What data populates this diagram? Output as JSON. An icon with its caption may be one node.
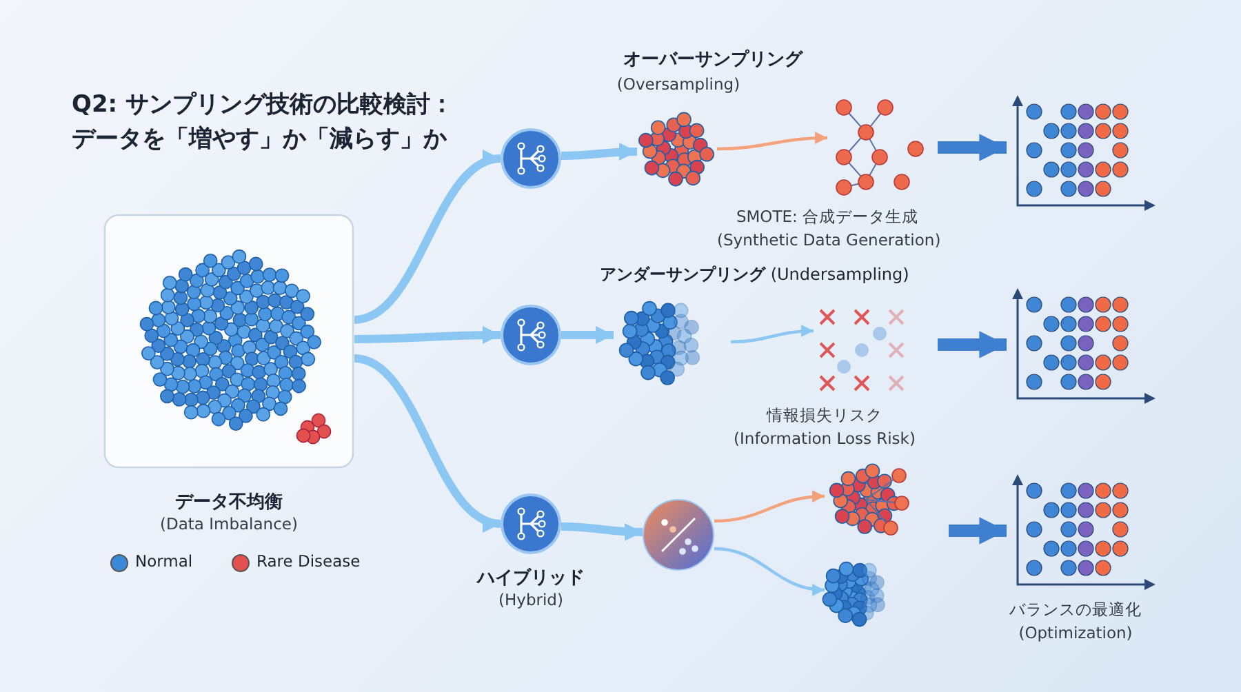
{
  "diagram": {
    "title": "Q2: サンプリング技術の比較検討：データを「増やす」か「減らす」か",
    "nodes": [
      {
        "text": [
          "データ不均衡",
          "(Data Imbalance)"
        ]
      },
      {
        "text": [],
        "shape": "circle"
      },
      {
        "text": [],
        "shape": "circle"
      },
      {
        "text": [
          "ハイブリッド",
          "(Hybrid)"
        ]
      },
      {
        "text": [
          "オーバーサンプリング",
          "(Oversampling)"
        ]
      },
      {
        "text": [
          "SMOTE: 合成データ生成",
          "(Synthetic Data Generation)"
        ]
      },
      {
        "text": [],
        "shape": "picture"
      },
      {
        "text": [
          "**アンダーサンプリング** (Undersampling)"
        ]
      },
      {
        "text": [
          "情報損失リスク",
          "(Information Loss Risk)"
        ]
      },
      {
        "text": [],
        "shape": "picture"
      },
      {
        "text": [],
        "shape": "circle"
      },
      {
        "text": [],
        "shape": "picture"
      },
      {
        "text": [],
        "shape": "picture"
      },
      {
        "text": [
          "バランスの最適化",
          "(Optimization)"
        ]
      }
    ],
    "edges": [
      {
        "from": 0,
        "to": 1,
        "arrow": "to"
      },
      {
        "from": 0,
        "to": 2,
        "arrow": "to"
      },
      {
        "from": 0,
        "to": 3,
        "arrow": "to"
      },
      {
        "from": 1,
        "to": 4,
        "arrow": "to"
      },
      {
        "from": 2,
        "to": 7,
        "arrow": "to"
      },
      {
        "from": 3,
        "to": 10,
        "arrow": "to"
      },
      {
        "from": 4,
        "to": 5,
        "arrow": "to",
        "color": "#f4a27c"
      },
      {
        "from": 7,
        "to": 8,
        "arrow": "to"
      },
      {
        "from": 5,
        "to": 6,
        "arrow": "to",
        "color": "#3f7fd0"
      },
      {
        "from": 8,
        "to": 9,
        "arrow": "to",
        "color": "#3f7fd0"
      },
      {
        "from": 10,
        "to": 11,
        "arrow": "to",
        "color": "#f4a27c"
      },
      {
        "from": 10,
        "to": 12,
        "arrow": "to"
      },
      {
        "from": null,
        "to": 13,
        "arrow": "to",
        "color": "#3f7fd0"
      }
    ],
    "legend": [
      {
        "text": "Normal",
        "color": "#3b8ad9"
      },
      {
        "text": "Rare Disease",
        "color": "#e2504f"
      }
    ]
  }
}
